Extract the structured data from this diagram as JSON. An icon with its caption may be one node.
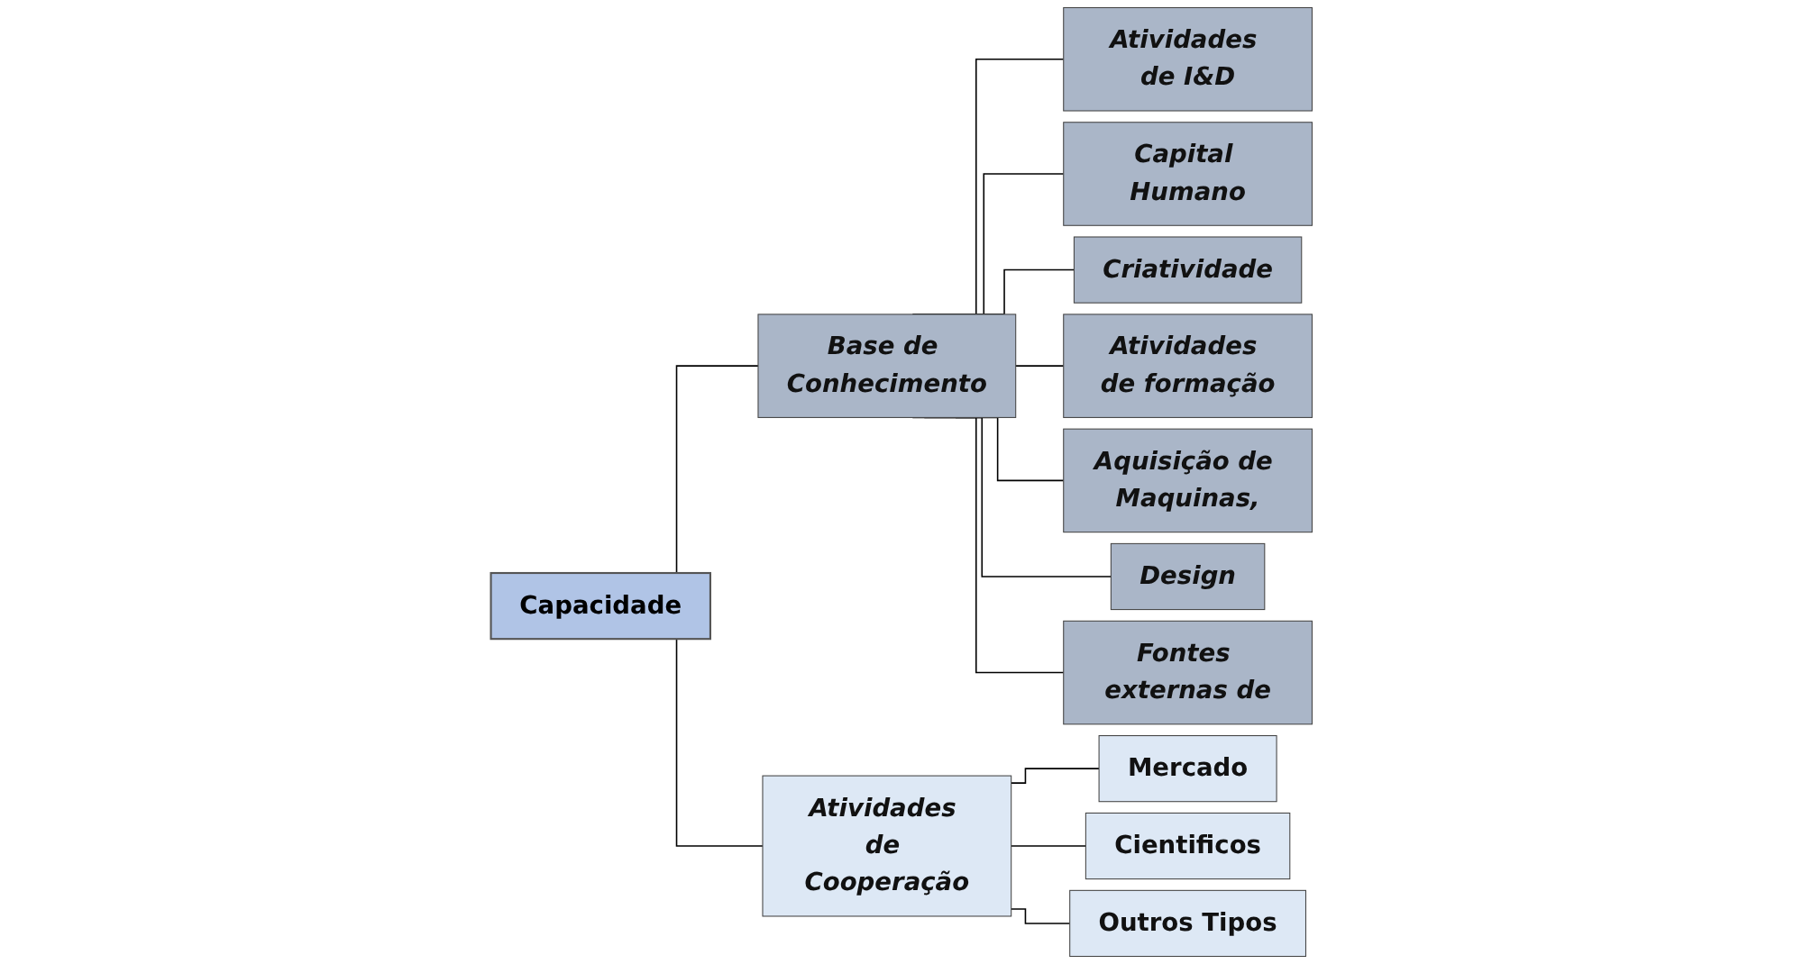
{
  "diagram": {
    "nodes": [
      {
        "text": [
          "Capacidade"
        ]
      },
      {
        "text": [
          "Base de Conhecimento"
        ]
      },
      {
        "text": [
          "Atividades de I&D"
        ]
      },
      {
        "text": [
          "Capital Humano"
        ]
      },
      {
        "text": [
          "Criatividade"
        ]
      },
      {
        "text": [
          "Atividades de formação"
        ]
      },
      {
        "text": [
          "Aquisição de Maquinas,"
        ]
      },
      {
        "text": [
          "Design"
        ]
      },
      {
        "text": [
          "Fontes externas de"
        ]
      },
      {
        "text": [
          "Atividades de Cooperação"
        ]
      },
      {
        "text": [
          "Mercado"
        ]
      },
      {
        "text": [
          "Cientificos"
        ]
      },
      {
        "text": [
          "Outros Tipos"
        ]
      }
    ],
    "edges": [
      {
        "from": 0,
        "to": 1,
        "arrow": "none"
      },
      {
        "from": 1,
        "to": 2,
        "arrow": "none"
      },
      {
        "from": 1,
        "to": 3,
        "arrow": "none"
      },
      {
        "from": 1,
        "to": 4,
        "arrow": "none"
      },
      {
        "from": 1,
        "to": 5,
        "arrow": "none"
      },
      {
        "from": 1,
        "to": 6,
        "arrow": "none"
      },
      {
        "from": 1,
        "to": 7,
        "arrow": "none"
      },
      {
        "from": 1,
        "to": 8,
        "arrow": "none"
      },
      {
        "from": 0,
        "to": 9,
        "arrow": "none"
      },
      {
        "from": 9,
        "to": 10,
        "arrow": "none"
      },
      {
        "from": 9,
        "to": 11,
        "arrow": "none"
      },
      {
        "from": 9,
        "to": 12,
        "arrow": "none"
      }
    ]
  }
}
